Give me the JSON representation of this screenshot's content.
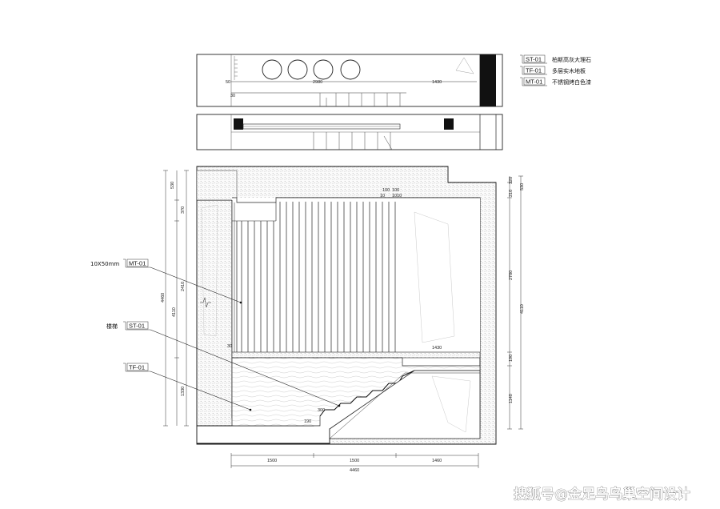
{
  "legend": [
    {
      "code": "ST-01",
      "text": "柏斯高灰大理石"
    },
    {
      "code": "TF-01",
      "text": "多层实木地板"
    },
    {
      "code": "MT-01",
      "text": "不锈钢烤白色漆"
    }
  ],
  "callouts": {
    "mt_size": "10X50mm",
    "mt_code": "MT-01",
    "stair_label": "楼梯",
    "st_code": "ST-01",
    "tf_code": "TF-01"
  },
  "elevation_top": {
    "dim_2980": "2980",
    "dim_1430": "1430",
    "dim_50": "50",
    "dim_30": "30"
  },
  "plan_dims": {
    "rail_top_100a": "100",
    "rail_top_100b": "100",
    "rail_top_10a": "10",
    "rail_top_1010": "1010",
    "d_1430": "1430",
    "d_30": "30",
    "d_300": "300",
    "d_190": "190",
    "left_530": "530",
    "left_370": "370",
    "left_4460": "4460",
    "left_4110": "4110",
    "left_2410": "2410",
    "left_1330": "1330",
    "right_320": "320",
    "right_530": "530",
    "right_210": "210",
    "right_2780": "2780",
    "right_4110": "4110",
    "right_190": "190",
    "right_1140": "1140",
    "bottom_1500a": "1500",
    "bottom_1500b": "1500",
    "bottom_1460": "1460",
    "bottom_4460": "4460"
  },
  "watermark": "搜狐号@金足鸟鸟巢空间设计"
}
